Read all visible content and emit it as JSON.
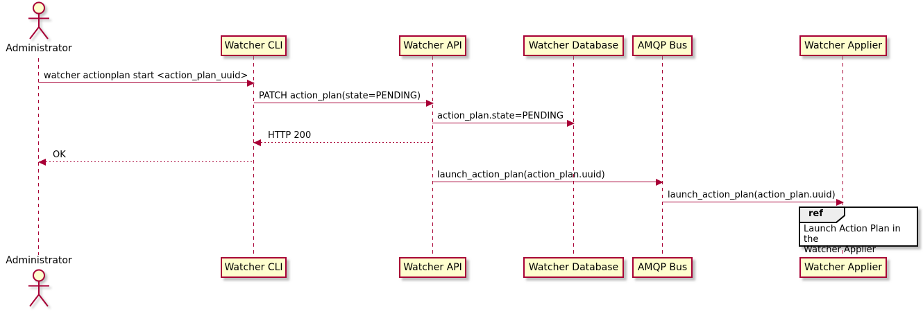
{
  "diagram": {
    "actor": {
      "name": "Administrator",
      "type": "actor"
    },
    "participants": [
      {
        "name": "Watcher CLI"
      },
      {
        "name": "Watcher API"
      },
      {
        "name": "Watcher Database"
      },
      {
        "name": "AMQP Bus"
      },
      {
        "name": "Watcher Applier"
      }
    ],
    "messages": [
      {
        "from": "Administrator",
        "to": "Watcher CLI",
        "label": "watcher actionplan start <action_plan_uuid>",
        "line": "solid",
        "direction": "right"
      },
      {
        "from": "Watcher CLI",
        "to": "Watcher API",
        "label": "PATCH action_plan(state=PENDING)",
        "line": "solid",
        "direction": "right"
      },
      {
        "from": "Watcher API",
        "to": "Watcher Database",
        "label": "action_plan.state=PENDING",
        "line": "solid",
        "direction": "right"
      },
      {
        "from": "Watcher API",
        "to": "Watcher CLI",
        "label": "HTTP 200",
        "line": "dashed",
        "direction": "left"
      },
      {
        "from": "Watcher CLI",
        "to": "Administrator",
        "label": "OK",
        "line": "dashed",
        "direction": "left"
      },
      {
        "from": "Watcher API",
        "to": "AMQP Bus",
        "label": "launch_action_plan(action_plan.uuid)",
        "line": "solid",
        "direction": "right"
      },
      {
        "from": "AMQP Bus",
        "to": "Watcher Applier",
        "label": "launch_action_plan(action_plan.uuid)",
        "line": "solid",
        "direction": "right"
      }
    ],
    "ref_fragment": {
      "keyword": "ref",
      "over": "Watcher Applier",
      "lines": {
        "0": "Launch Action Plan in the",
        "1": "Watcher Applier"
      }
    },
    "colors": {
      "participant_fill": "#FEFECE",
      "accent": "#A80036",
      "ref_header_fill": "#EEEEEE",
      "frame_border": "#000000",
      "text": "#000000"
    }
  }
}
